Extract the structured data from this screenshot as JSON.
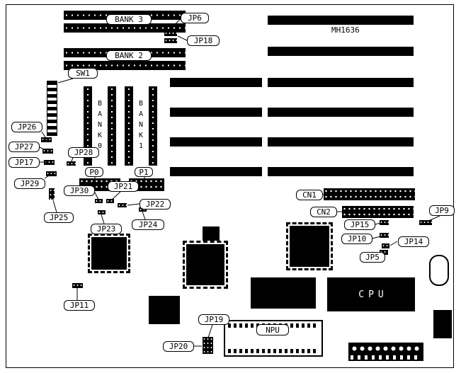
{
  "board": {
    "model": "MH1636"
  },
  "colors": {
    "component": "#000000",
    "background": "#ffffff"
  },
  "labels": {
    "bank3": "BANK 3",
    "bank2": "BANK 2",
    "bank0": "BANK0",
    "bank1": "BANK1",
    "sw1": "SW1",
    "p0": "P0",
    "p1": "P1",
    "jp5": "JP5",
    "jp6": "JP6",
    "jp9": "JP9",
    "jp10": "JP10",
    "jp11": "JP11",
    "jp14": "JP14",
    "jp15": "JP15",
    "jp17": "JP17",
    "jp18": "JP18",
    "jp19": "JP19",
    "jp20": "JP20",
    "jp21": "JP21",
    "jp22": "JP22",
    "jp23": "JP23",
    "jp24": "JP24",
    "jp25": "JP25",
    "jp26": "JP26",
    "jp27": "JP27",
    "jp28": "JP28",
    "jp29": "JP29",
    "jp30": "JP30",
    "cn1": "CN1",
    "cn2": "CN2",
    "cpu": "CPU",
    "npu": "NPU"
  }
}
